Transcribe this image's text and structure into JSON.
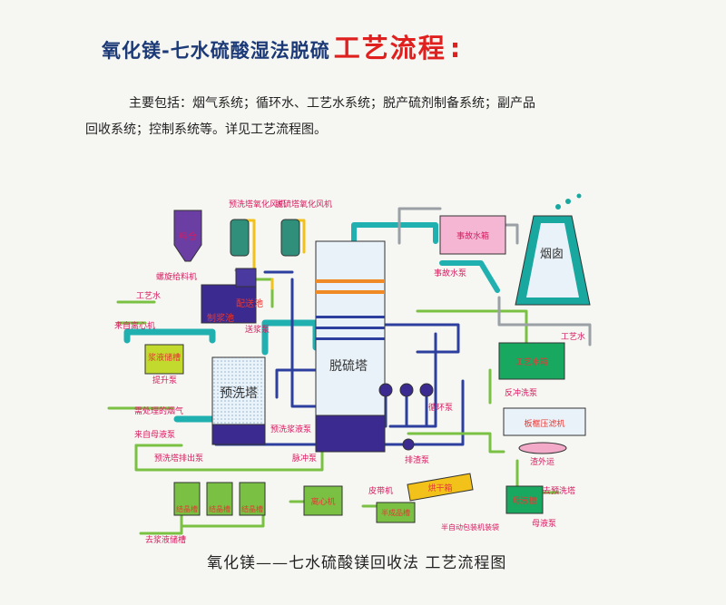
{
  "title": {
    "main": "氧化镁-七水硫酸湿法脱硫",
    "accent": "工艺流程",
    "colon": ":"
  },
  "intro": {
    "line1": "主要包括：烟气系统；循环水、工艺水系统；脱产硫剂制备系统；副产品",
    "line2": "回收系统；控制系统等。详见工艺流程图。"
  },
  "diagram": {
    "labels": {
      "silo": "料仓",
      "screw_feeder": "螺旋给料机",
      "process_water_1": "工艺水",
      "mixing_tank": "配送池",
      "slurry_tank": "制浆池",
      "slurry_pump": "送浆泵",
      "from_centrifuge": "来自离心机",
      "slurry_storage": "浆液储槽",
      "lift_pump": "提升泵",
      "prewash_blower": "预洗塔氧化风机",
      "desulf_blower": "脱硫塔氧化风机",
      "prewash_tower": "预洗塔",
      "flue_gas_in": "需处理的烟气",
      "from_mother_tank": "来自母液泵",
      "prewash_drain_pump": "预洗塔排出泵",
      "prewash_slurry_pump": "预洗浆液泵",
      "pulse_pump": "脉冲泵",
      "desulf_tower": "脱硫塔",
      "circulation_pump": "循环泵",
      "drain_pump": "排渣泵",
      "emergency_tank": "事故水箱",
      "emergency_pump": "事故水泵",
      "chimney": "烟囱",
      "process_water_2": "工艺水",
      "backwash_tank": "工艺水箱",
      "backwash_pump": "反冲洗泵",
      "filter_press": "板框压滤机",
      "cake_out": "渣外运",
      "cryst_1": "结晶槽",
      "cryst_2": "结晶槽",
      "cryst_3": "结晶槽",
      "centrifuge": "离心机",
      "belt": "皮带机",
      "dryer": "烘干箱",
      "product_bin": "半成品槽",
      "semi_packer": "半自动包装机装袋",
      "mother_tank": "母液槽",
      "mother_pump": "母液泵",
      "to_prewash": "去预洗塔",
      "to_slurry_storage": "去浆液储槽"
    }
  },
  "caption": "氧化镁——七水硫酸镁回收法 工艺流程图"
}
